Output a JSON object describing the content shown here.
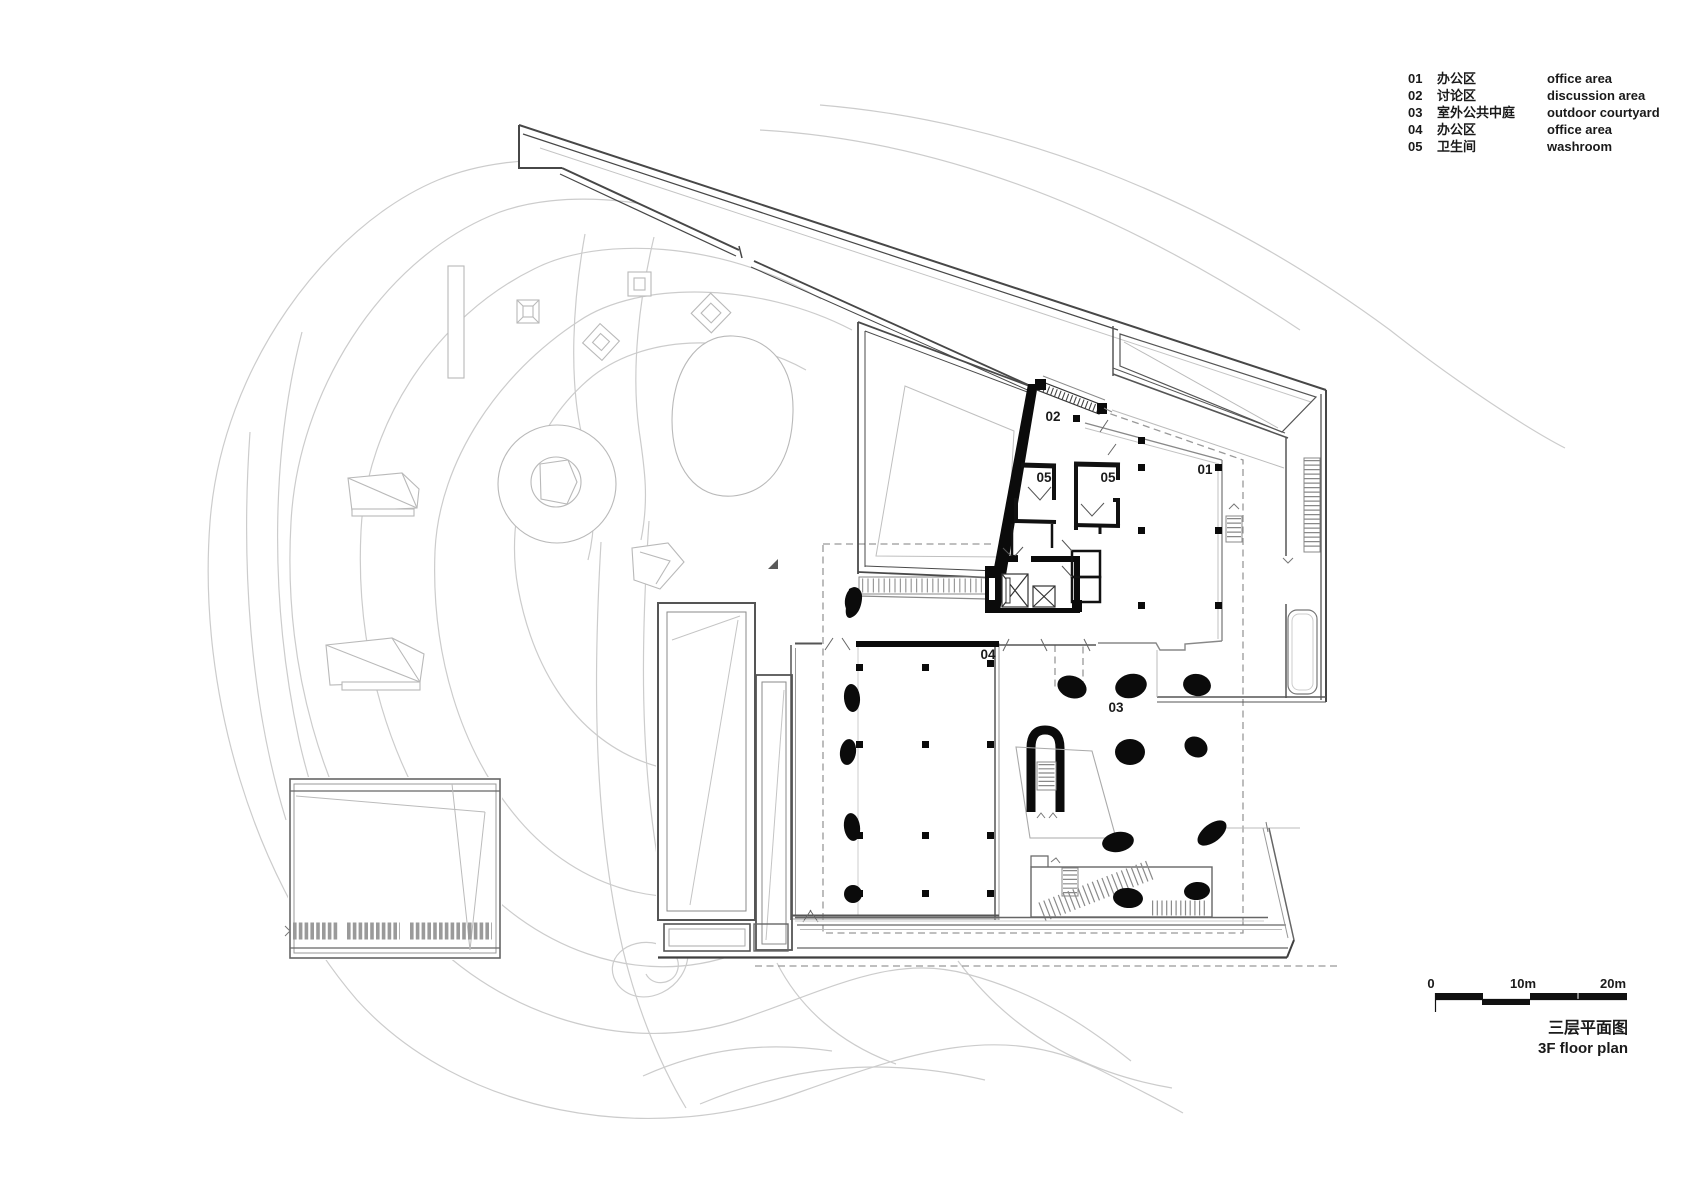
{
  "drawing": {
    "type": "architectural floor plan",
    "floor": "3F"
  },
  "legend": {
    "items": [
      {
        "num": "01",
        "zh": "办公区",
        "en": "office area"
      },
      {
        "num": "02",
        "zh": "讨论区",
        "en": "discussion area"
      },
      {
        "num": "03",
        "zh": "室外公共中庭",
        "en": "outdoor courtyard"
      },
      {
        "num": "04",
        "zh": "办公区",
        "en": "office area"
      },
      {
        "num": "05",
        "zh": "卫生间",
        "en": "washroom"
      }
    ]
  },
  "room_labels": [
    {
      "text": "02"
    },
    {
      "text": "05"
    },
    {
      "text": "05"
    },
    {
      "text": "01"
    },
    {
      "text": "04"
    },
    {
      "text": "03"
    }
  ],
  "scale_bar": {
    "labels": [
      "0",
      "10m",
      "20m"
    ]
  },
  "title_block": {
    "title_zh": "三层平面图",
    "title_en": "3F floor plan"
  },
  "colors": {
    "background": "#ffffff",
    "contour_gray": "#cccccc",
    "light_gray": "#bbbbbb",
    "mid_gray": "#777777",
    "wall_dark": "#3f3f3f",
    "solid_black": "#0b0b0b",
    "dash_gray": "#999999",
    "text": "#1a1a1a"
  }
}
